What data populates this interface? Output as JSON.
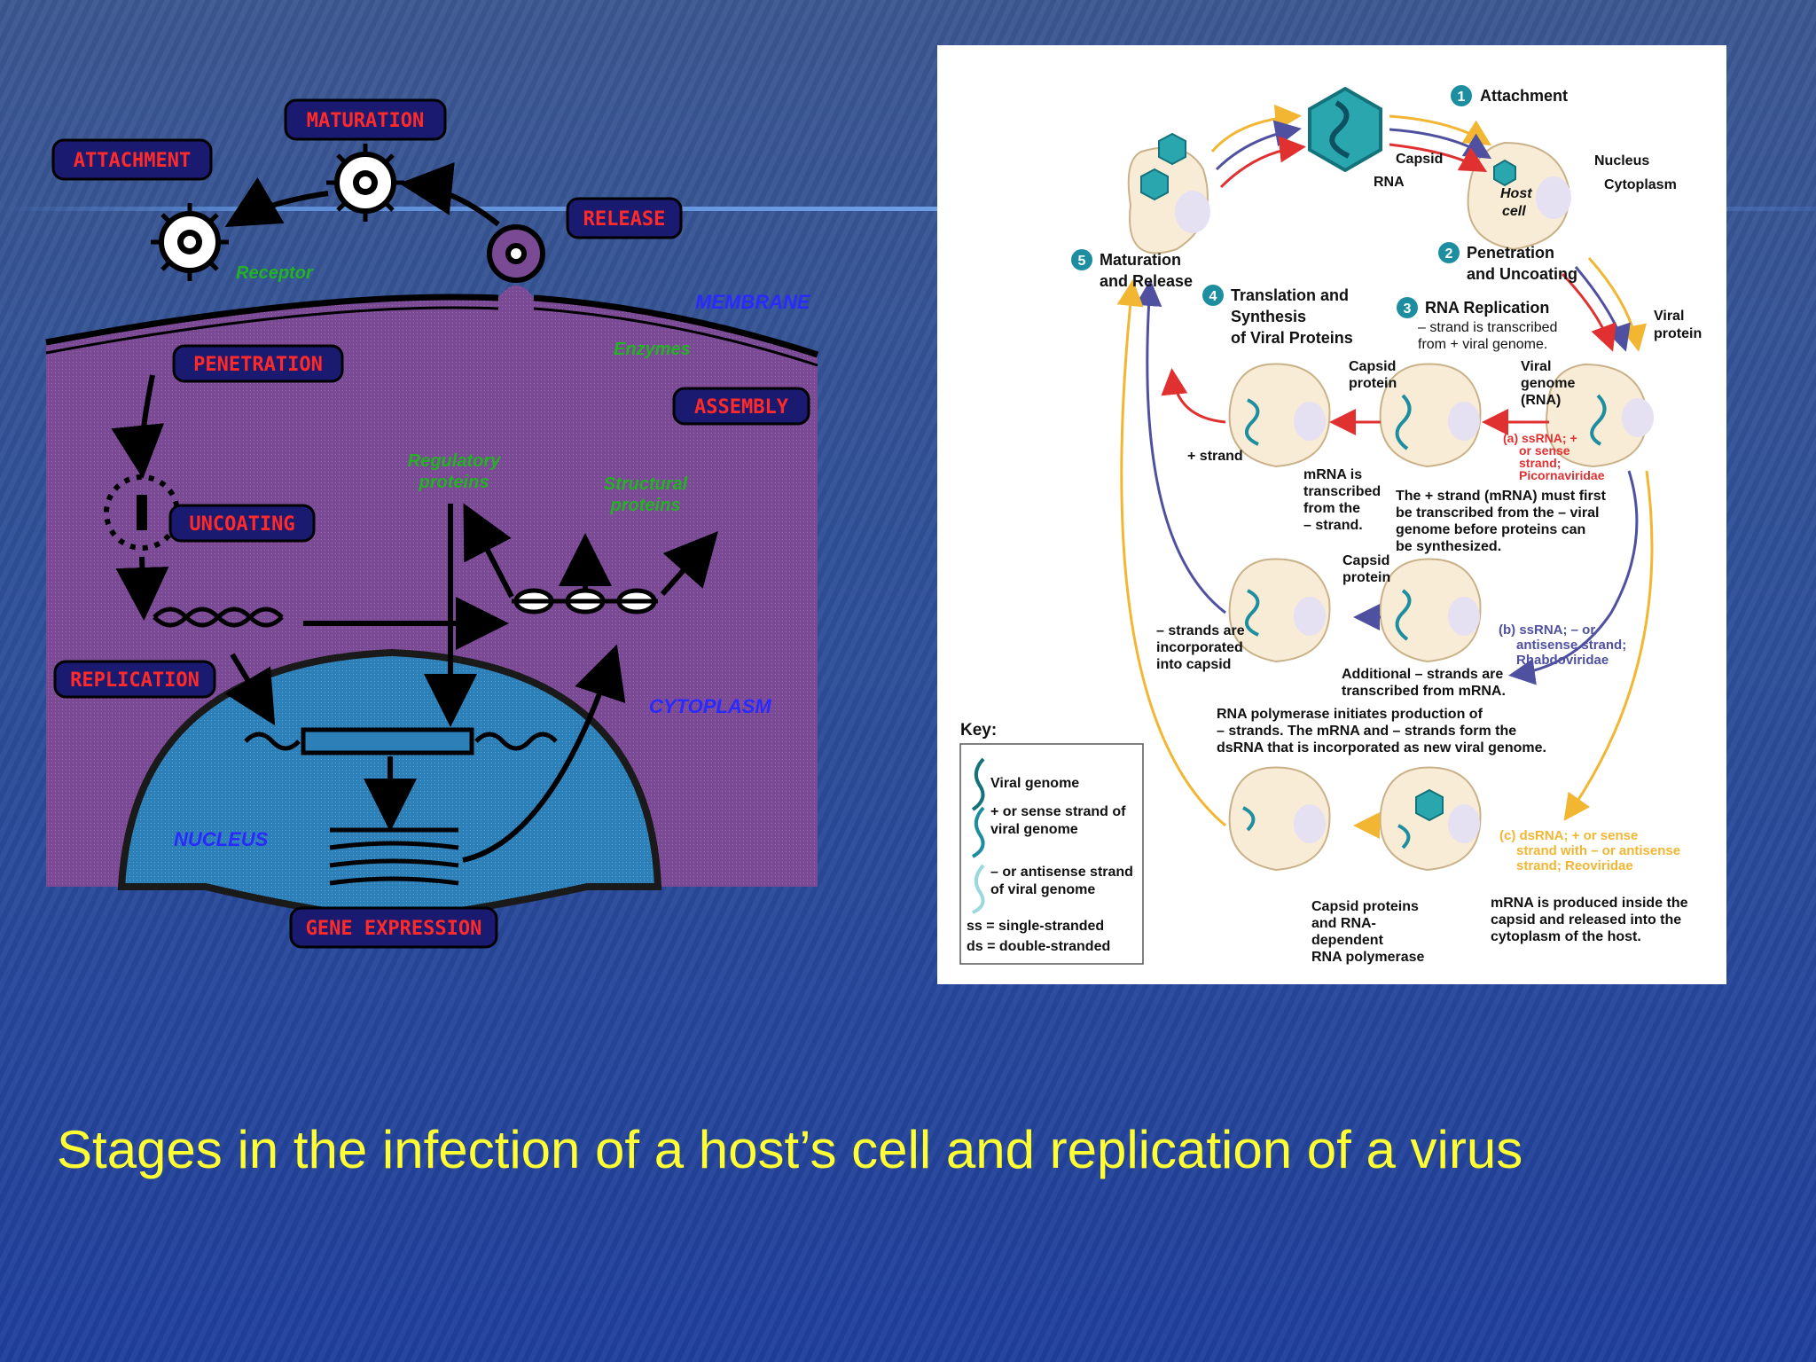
{
  "caption": "Stages in the infection of a host’s cell and replication of a virus",
  "colors": {
    "caption": "#ffff33",
    "stage_label_text": "#ff2a2a",
    "cytoplasm": "#7b4a94",
    "nucleus": "#2d7fb8",
    "green_label": "#22b322",
    "blue_label": "#2a2aff",
    "attachment_arrow": "#f2b632",
    "penetration_arrow": "#e03030",
    "minus_arrow": "#5050a0",
    "virus_teal": "#2aa6ae"
  },
  "left": {
    "stages": {
      "maturation": "MATURATION",
      "attachment": "ATTACHMENT",
      "release": "RELEASE",
      "penetration": "PENETRATION",
      "assembly": "ASSEMBLY",
      "uncoating": "UNCOATING",
      "replication": "REPLICATION",
      "gene_expression": "GENE EXPRESSION"
    },
    "labels": {
      "receptor": "Receptor",
      "membrane": "MEMBRANE",
      "enzymes": "Enzymes",
      "regulatory1": "Regulatory",
      "regulatory2": "proteins",
      "structural1": "Structural",
      "structural2": "proteins",
      "cytoplasm": "CYTOPLASM",
      "nucleus": "NUCLEUS"
    }
  },
  "right": {
    "steps": {
      "s1_num": "1",
      "s1": "Attachment",
      "s2_num": "2",
      "s2a": "Penetration",
      "s2b": "and Uncoating",
      "s3_num": "3",
      "s3": "RNA Replication",
      "s3_note1": "– strand is transcribed",
      "s3_note2": "from + viral genome.",
      "s4_num": "4",
      "s4a": "Translation and",
      "s4b": "Synthesis",
      "s4c": "of Viral Proteins",
      "s5_num": "5",
      "s5a": "Maturation",
      "s5b": "and Release"
    },
    "labels": {
      "capsid": "Capsid",
      "rna": "RNA",
      "nucleus": "Nucleus",
      "cytoplasm": "Cytoplasm",
      "host1": "Host",
      "host2": "cell",
      "viral_protein1": "Viral",
      "viral_protein2": "protein",
      "capsid_protein1": "Capsid",
      "capsid_protein2": "protein",
      "viral_genome1": "Viral",
      "viral_genome2": "genome",
      "viral_genome3": "(RNA)",
      "plus_strand": "+ strand",
      "mrna1": "mRNA is",
      "mrna2": "transcribed",
      "mrna3": "from the",
      "mrna4": "– strand.",
      "note_plus1": "The + strand (mRNA) must first",
      "note_plus2": "be transcribed from the – viral",
      "note_plus3": "genome before proteins can",
      "note_plus4": "be synthesized.",
      "capsid_protein_b1": "Capsid",
      "capsid_protein_b2": "protein",
      "minus_inc1": "– strands are",
      "minus_inc2": "incorporated",
      "minus_inc3": "into capsid",
      "additional1": "Additional – strands are",
      "additional2": "transcribed from mRNA.",
      "rnapol1": "RNA polymerase initiates production of",
      "rnapol2": "– strands. The mRNA and – strands form the",
      "rnapol3": "dsRNA that is incorporated as new viral genome.",
      "a1": "(a) ssRNA; +",
      "a2": "or sense",
      "a3": "strand;",
      "a4": "Picornaviridae",
      "b1": "(b) ssRNA; – or",
      "b2": "antisense strand;",
      "b3": "Rhabdoviridae",
      "c1": "(c) dsRNA; + or sense",
      "c2": "strand with – or antisense",
      "c3": "strand; Reoviridae",
      "capsid_rdrp1": "Capsid proteins",
      "capsid_rdrp2": "and RNA-",
      "capsid_rdrp3": "dependent",
      "capsid_rdrp4": "RNA polymerase",
      "mrna_prod1": "mRNA is produced inside the",
      "mrna_prod2": "capsid and released into the",
      "mrna_prod3": "cytoplasm of the host."
    },
    "key": {
      "title": "Key:",
      "k1": "Viral genome",
      "k2a": "+ or sense strand of",
      "k2b": "viral genome",
      "k3a": "– or antisense strand",
      "k3b": "of viral genome",
      "k4": "ss = single-stranded",
      "k5": "ds = double-stranded"
    }
  }
}
